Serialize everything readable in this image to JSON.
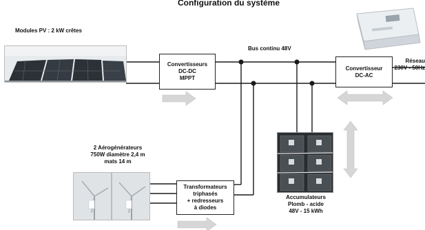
{
  "title": "Configuration du système",
  "pv": {
    "label": "Modules PV : 2 kW crêtes"
  },
  "dcdc": {
    "lines": [
      "Convertisseurs",
      "DC-DC",
      "MPPT"
    ]
  },
  "bus": {
    "label": "Bus continu 48V"
  },
  "dcac": {
    "lines": [
      "Convertisseur",
      "DC-AC"
    ]
  },
  "grid": {
    "lines": [
      "Réseau",
      "230V - 50Hz"
    ]
  },
  "wind": {
    "lines": [
      "2 Aérogénérateurs",
      "750W  diamètre 2,4 m",
      "mats 14 m"
    ]
  },
  "transfo": {
    "lines": [
      "Transformateurs",
      "triphasés",
      "+ redresseurs",
      "à diodes"
    ]
  },
  "battery": {
    "lines": [
      "Accumulateurs",
      "Plomb - acide",
      "48V - 15 kWh"
    ]
  },
  "colors": {
    "arrow": "#d6d6d6",
    "wire": "#1a1a1a",
    "sky": "#dfe3e6",
    "panel": "#2c3138"
  }
}
